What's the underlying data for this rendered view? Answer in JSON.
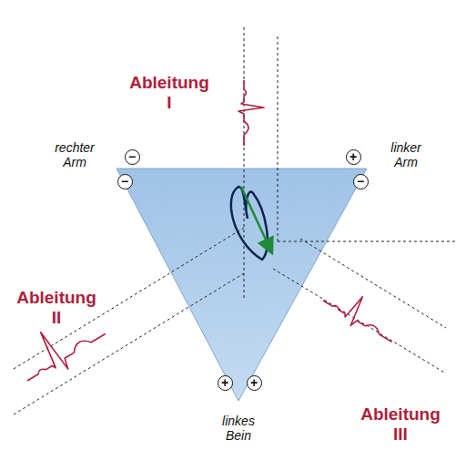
{
  "diagram": {
    "labels": [
      "Ableitung I",
      "rechter Arm",
      "linker Arm",
      "Ableitung II",
      "Ableitung III",
      "linkes Bein",
      "−",
      "−",
      "+",
      "−",
      "+",
      "+"
    ]
  }
}
